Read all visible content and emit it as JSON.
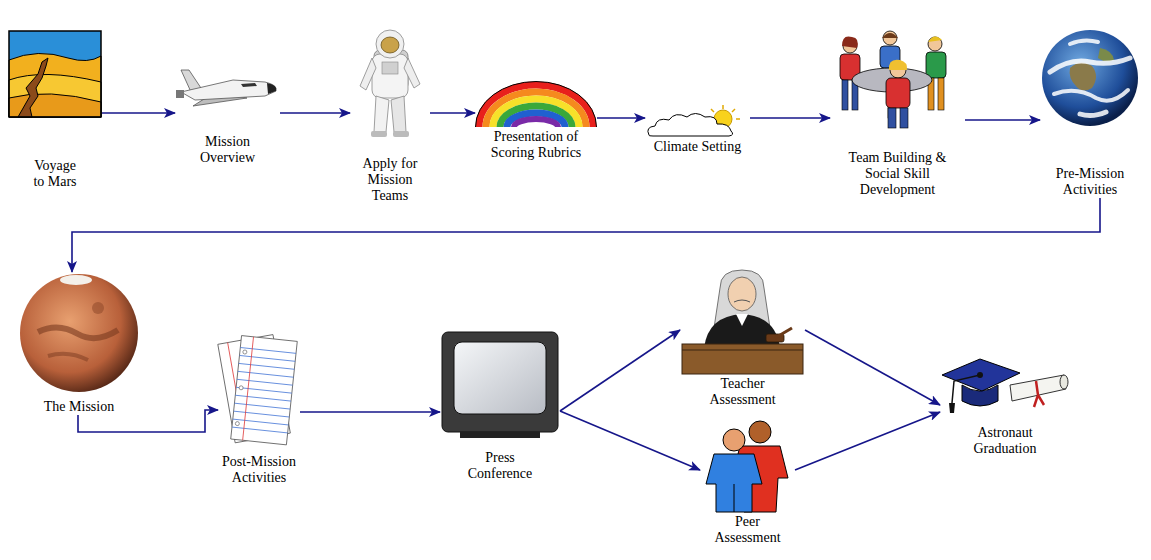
{
  "diagram": {
    "nodes": [
      {
        "text": [
          "Voyage to Mars"
        ]
      },
      {
        "text": [
          "Mission Overview"
        ]
      },
      {
        "text": [
          "Apply for Mission Teams"
        ]
      },
      {
        "text": [
          "Presentation of Scoring Rubrics"
        ]
      },
      {
        "text": [
          "Climate Setting"
        ]
      },
      {
        "text": [
          "Team Building & Social Skill Development"
        ]
      },
      {
        "text": [
          "Pre-Mission Activities"
        ]
      },
      {
        "text": [
          "The Mission"
        ]
      },
      {
        "text": [
          "Post-Mission Activities"
        ]
      },
      {
        "text": [
          "Press Conference"
        ]
      },
      {
        "text": [
          "Teacher Assessment"
        ]
      },
      {
        "text": [
          "Peer Assessment"
        ]
      },
      {
        "text": [
          "Astronaut Graduation"
        ]
      }
    ],
    "edges": [
      {
        "from": 0,
        "to": 1,
        "arrow": "to"
      },
      {
        "from": 1,
        "to": 2,
        "arrow": "to"
      },
      {
        "from": 2,
        "to": 3,
        "arrow": "to"
      },
      {
        "from": 3,
        "to": 4,
        "arrow": "to"
      },
      {
        "from": 4,
        "to": 5,
        "arrow": "to"
      },
      {
        "from": 5,
        "to": 6,
        "arrow": "to"
      },
      {
        "from": 6,
        "to": 7,
        "arrow": "to"
      },
      {
        "from": 7,
        "to": 8,
        "arrow": "to"
      },
      {
        "from": 8,
        "to": 9,
        "arrow": "to"
      },
      {
        "from": 9,
        "to": 10,
        "arrow": "to"
      },
      {
        "from": 9,
        "to": 11,
        "arrow": "to"
      },
      {
        "from": 10,
        "to": 12,
        "arrow": "to"
      },
      {
        "from": 11,
        "to": 12,
        "arrow": "to"
      }
    ]
  }
}
